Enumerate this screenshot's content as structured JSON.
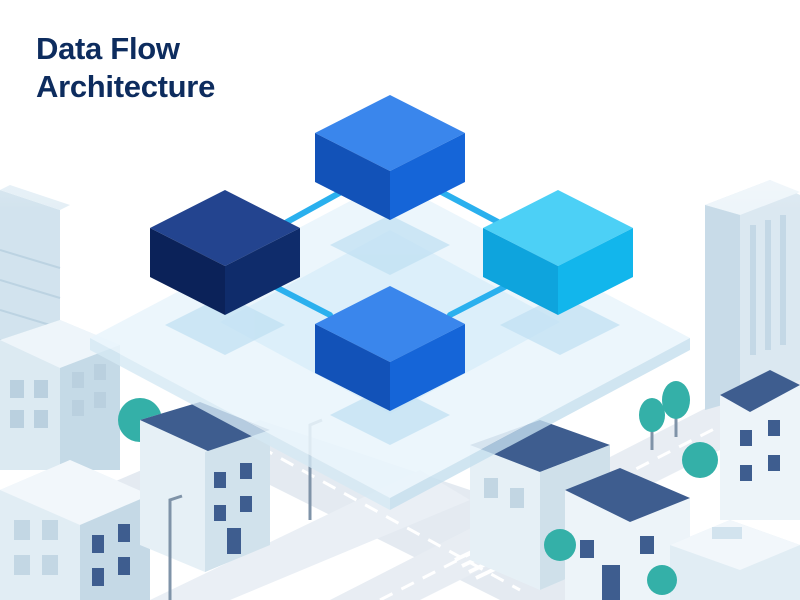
{
  "title": {
    "line1": "Data Flow",
    "line2": "Architecture"
  },
  "colors": {
    "node_dark": "#0f2c6b",
    "node_mid": "#1565d8",
    "node_light": "#12b6ec",
    "connector": "#2ab0ee",
    "platform": "#e6f3fb",
    "building_light": "#e3eef5",
    "building_mid": "#c9dde9",
    "roof_navy": "#3e5d8f",
    "tree": "#34b0a8",
    "road": "#e4eaf1"
  },
  "diagram": {
    "nodes": [
      {
        "id": "top",
        "shade": "mid"
      },
      {
        "id": "left",
        "shade": "dark"
      },
      {
        "id": "right",
        "shade": "light"
      },
      {
        "id": "bottom",
        "shade": "mid"
      }
    ],
    "links": [
      [
        "left",
        "top"
      ],
      [
        "top",
        "right"
      ],
      [
        "left",
        "bottom"
      ],
      [
        "bottom",
        "right"
      ]
    ]
  }
}
